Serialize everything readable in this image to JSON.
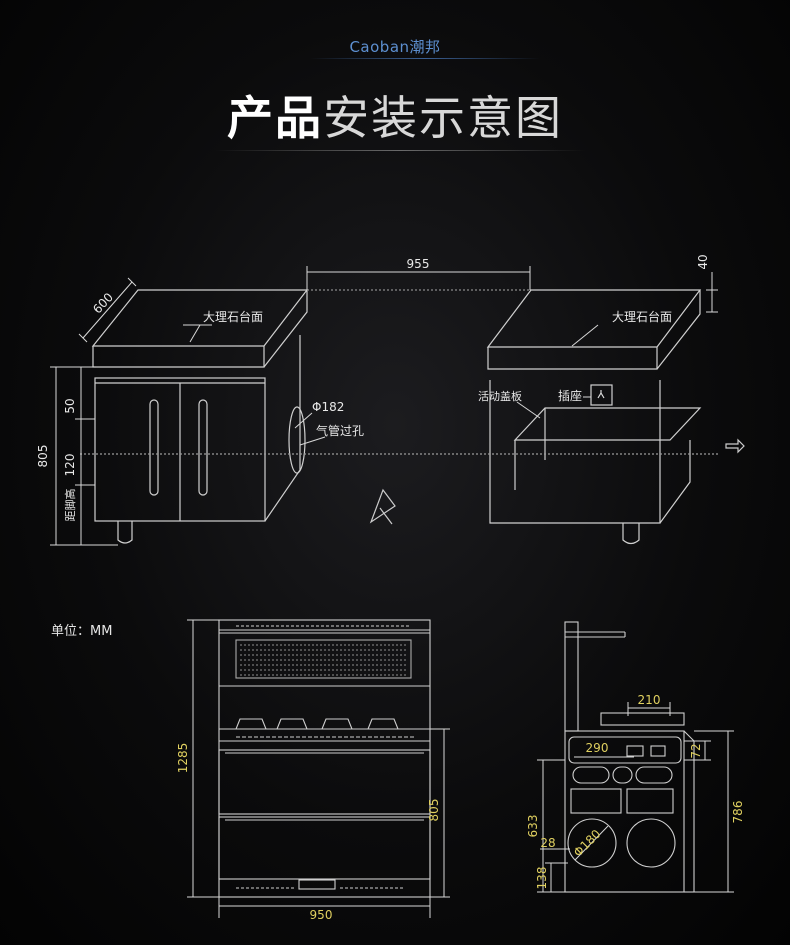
{
  "header": {
    "brand": "Caoban潮邦",
    "title_highlight": "产品",
    "title_rest": "安装示意图"
  },
  "unit_label": "单位：MM",
  "install_diagram": {
    "top_width": "955",
    "counter_thickness": "40",
    "depth": "600",
    "total_height": "805",
    "upper_gap": "50",
    "leg_height": "120",
    "leg_label": "距脚高",
    "marble_label_left": "大理石台面",
    "marble_label_right": "大理石台面",
    "pipe_diameter": "Φ182",
    "pipe_label": "气管过孔",
    "cover_label": "活动盖板",
    "socket_label": "插座"
  },
  "front_view": {
    "total_height": "1285",
    "body_height": "805",
    "width": "950"
  },
  "side_view": {
    "top_width": "210",
    "inner_width": "290",
    "top_offset": "72",
    "total_height": "786",
    "mid_height": "633",
    "hole_offset": "28",
    "hole_diameter": "Φ180",
    "bottom_height": "138"
  },
  "colors": {
    "brand": "#5d8fd0",
    "dimension": "#e0d060",
    "line": "#d8d8d8"
  }
}
